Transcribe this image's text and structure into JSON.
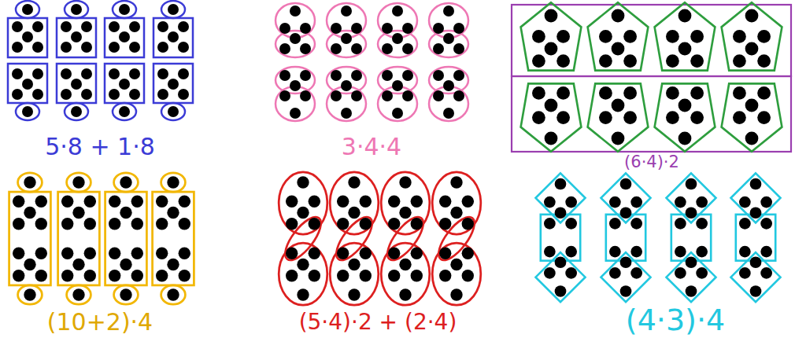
{
  "diagram": {
    "labels": [
      "5·8 + 1·8",
      "3·4·4",
      "(6·4)·2",
      "(10+2)·4",
      "(5·4)·2 + (2·4)",
      "(4·3)·4"
    ]
  }
}
